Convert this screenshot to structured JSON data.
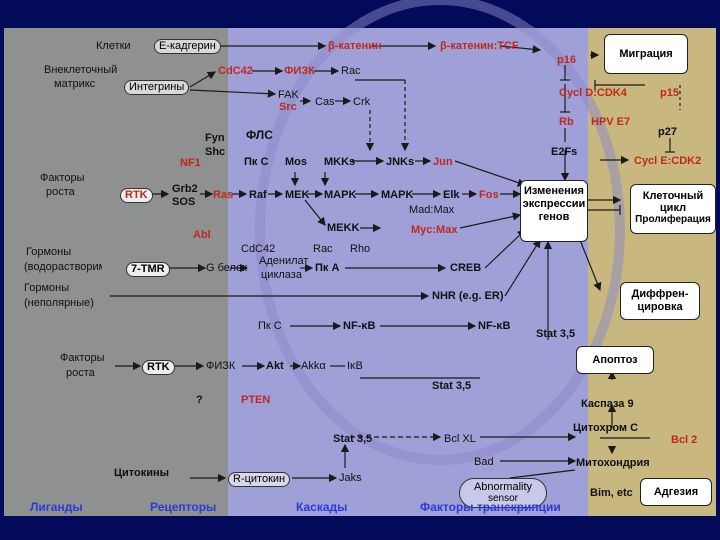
{
  "ligands": {
    "cells": "Клетки",
    "ecm_line1": "Внеклеточный",
    "ecm_line2": "матрикс",
    "growth1_line1": "Факторы",
    "growth1_line2": "роста",
    "hormones1_line1": "Гормоны",
    "hormones1_line2": "(водорастворимые)",
    "hormones2_line1": "Гормоны",
    "hormones2_line2": "(неполярные)",
    "growth2_line1": "Факторы",
    "growth2_line2": "роста",
    "cytokines": "Цитокины"
  },
  "receptors": {
    "e_cadherin": "Е-кадгерин",
    "integrins": "Интегрины",
    "rtk1": "RTK",
    "tmr": "7-TMR",
    "rtk2": "RTK",
    "r_cytokine": "R-цитокин"
  },
  "cascades": {
    "beta_catenin": "β-катенин",
    "beta_catenin_tcf": "β-катенин:TCF",
    "cdc42_top": "CdC42",
    "fizk_top": "ФИЗК",
    "rac_top": "Rac",
    "fak": "FAK",
    "src": "Src",
    "cas": "Cas",
    "crk": "Crk",
    "fyn": "Fyn",
    "shc": "Shc",
    "nf1": "NF1",
    "grb2": "Grb2",
    "sos": "SOS",
    "ras": "Ras",
    "abl": "Abl",
    "fls": "ФЛС",
    "pkc": "Пк С",
    "mos": "Mos",
    "mkks": "MKKs",
    "jnks": "JNKs",
    "jun": "Jun",
    "raf": "Raf",
    "mek": "MEK",
    "mapk1": "MAPK",
    "mapk2": "MAPK",
    "elk": "Elk",
    "fos": "Fos",
    "madmax": "Mad:Max",
    "mycmax": "Myc:Max",
    "mekk": "MEKK",
    "cdc42_mid": "CdC42",
    "rac_mid": "Rac",
    "rho": "Rho",
    "g_protein": "G белок",
    "adenylate1": "Аденилат",
    "adenylate2": "циклаза",
    "pka": "Пк А",
    "creb": "CREB",
    "nhr": "NHR (e.g. ER)",
    "pkc2": "Пк С",
    "nfkb1": "NF-κB",
    "nfkb2": "NF-κB",
    "fizk2": "ФИЗК",
    "akt": "Akt",
    "akk": "Akkα",
    "ikb": "IκB",
    "pten": "PTEN",
    "question": "?",
    "stat_a": "Stat 3,5",
    "stat_b": "Stat 3,5",
    "stat_c": "Stat 3,5",
    "bclxl": "Bcl XL",
    "bad": "Bad",
    "jaks": "Jaks",
    "abnormality_line1": "Abnormality",
    "abnormality_line2": "sensor",
    "bim": "Bim, etc"
  },
  "nucleus": {
    "p16": "p16",
    "cycd_cdk4": "Cycl D:CDK4",
    "p15": "p15",
    "rb": "Rb",
    "hpv": "HPV E7",
    "e2fs": "E2Fs",
    "p27": "p27",
    "cyce_cdk2": "Cycl E:CDK2",
    "gene_line1": "Изменения",
    "gene_line2": "экспрессии",
    "gene_line3": "генов"
  },
  "outcomes": {
    "migration": "Миграция",
    "cell_cycle_line1": "Клеточный",
    "cell_cycle_line2": "цикл",
    "proliferation": "Пролиферация",
    "diff_line1": "Диффрен-",
    "diff_line2": "цировка",
    "apoptosis": "Апоптоз",
    "caspase9": "Каспаза 9",
    "cytochrome": "Цитохром С",
    "bcl2": "Bcl 2",
    "mitochondria": "Митохондрия",
    "adhesion": "Адгезия"
  },
  "footer": {
    "ligands": "Лиганды",
    "receptors": "Рецепторы",
    "cascades": "Каскады",
    "tfs": "Факторы транскрипции"
  },
  "colors": {
    "frame": "#040a5a",
    "left_panel": "#8f9090",
    "mid_panel": "#a0a0d8",
    "right_panel": "#c8b880",
    "red_label": "#c0281e",
    "footer_text": "#2a3bd8"
  }
}
